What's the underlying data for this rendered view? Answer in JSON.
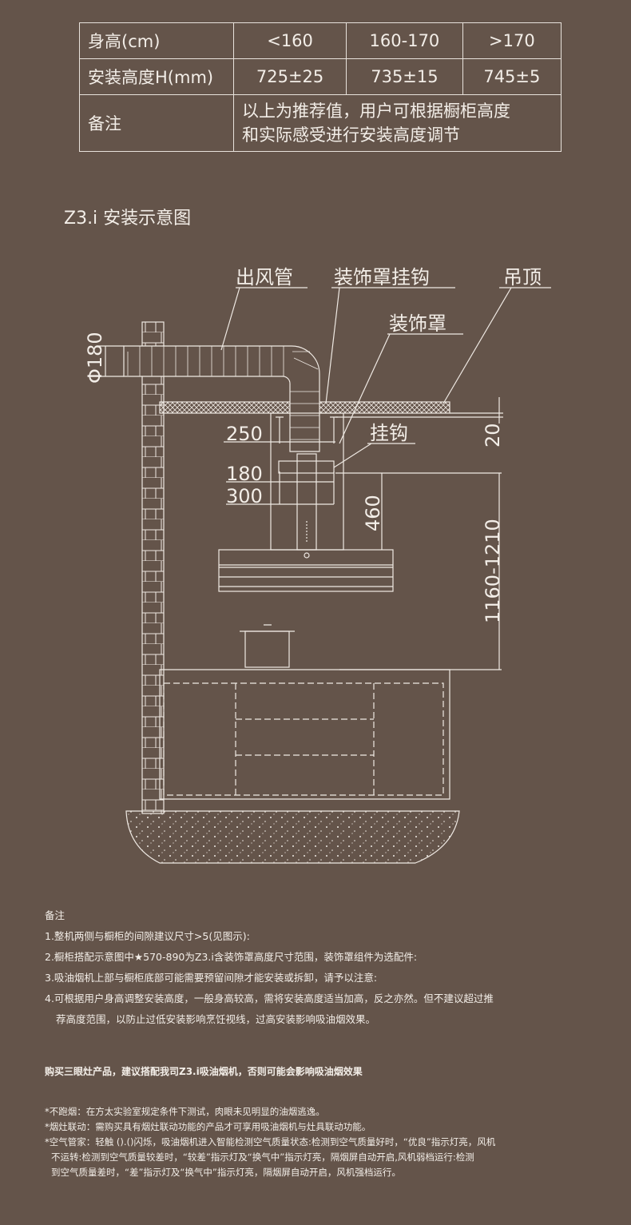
{
  "table": {
    "rows": [
      {
        "label": "身高(cm)",
        "values": [
          "<160",
          "160-170",
          ">170"
        ]
      },
      {
        "label": "安装高度H(mm)",
        "values": [
          "725±25",
          "735±15",
          "745±5"
        ]
      }
    ],
    "note_label": "备注",
    "note_lines": [
      "以上为推荐值，用户可根据橱柜高度",
      "和实际感受进行安装高度调节"
    ]
  },
  "diagram": {
    "title": "Z3.i 安装示意图",
    "labels": {
      "duct": "出风管",
      "cover_hook": "装饰罩挂钩",
      "ceiling": "吊顶",
      "cover": "装饰罩",
      "hook": "挂钩"
    },
    "dims": {
      "phi": "Φ180",
      "d250": "250",
      "d180": "180",
      "d300": "300",
      "d20": "20",
      "d460": "460",
      "d_height": "1160-1210"
    }
  },
  "notes": {
    "heading": "备注",
    "items": [
      "1.整机两侧与橱柜的间隙建议尺寸>5(见图示):",
      "2.橱柜搭配示意图中★570-890为Z3.i含装饰罩高度尺寸范围，装饰罩组件为选配件:",
      "3.吸油烟机上部与橱柜底部可能需要预留间隙才能安装或拆卸，请予以注意:",
      "4.可根据用户身高调整安装高度，一般身高较高，需将安装高度适当加高，反之亦然。但不建议超过推",
      "荐高度范围，以防止过低安装影响烹饪视线，过高安装影响吸油烟效果。"
    ]
  },
  "promo": "购买三眼灶产品，建议搭配我司Z3.i吸油烟机，否则可能会影响吸油烟效果",
  "footnotes": [
    "*不跑烟：在方太实验室规定条件下测试，肉眼未见明显的油烟逃逸。",
    "*烟灶联动：需购买具有烟灶联动功能的产品才可享用吸油烟机与灶具联动功能。",
    "*空气管家：轻触 ().()闪烁，吸油烟机进入智能检测空气质量状态:检测到空气质量好时，“优良”指示灯亮，风机",
    "不运转:检测到空气质量较差时，“较差”指示灯及“换气中”指示灯亮，隔烟屏自动开启,风机弱档运行:检测",
    "到空气质量差时，“差”指示灯及“换气中”指示灯亮，隔烟屏自动开启，风机强档运行。"
  ],
  "colors": {
    "background": "#64544a",
    "line": "#efe9e3"
  }
}
